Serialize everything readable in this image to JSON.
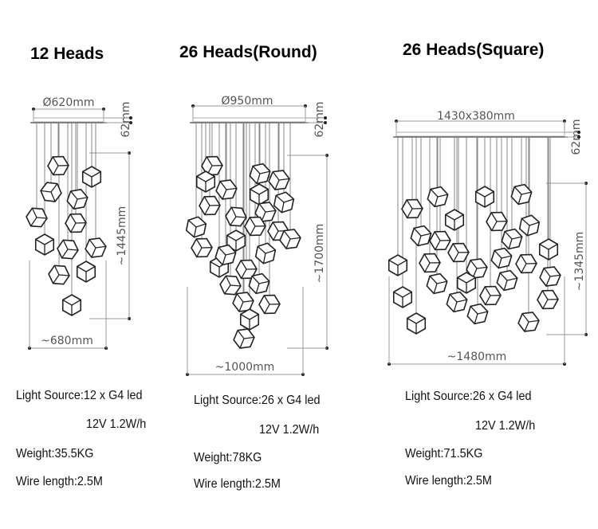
{
  "models": [
    {
      "title": "12 Heads",
      "canopy_dim": "Ø620mm",
      "canopy_height": "62mm",
      "drop_height": "~1445mm",
      "width": "~680mm",
      "light_source": "Light Source:12 x G4 led",
      "power": "12V 1.2W/h",
      "weight": "Weight:35.5KG",
      "wire": "Wire length:2.5M"
    },
    {
      "title": "26 Heads(Round)",
      "canopy_dim": "Ø950mm",
      "canopy_height": "62mm",
      "drop_height": "~1700mm",
      "width": "~1000mm",
      "light_source": "Light Source:26 x G4 led",
      "power": "12V 1.2W/h",
      "weight": "Weight:78KG",
      "wire": "Wire length:2.5M"
    },
    {
      "title": "26 Heads(Square)",
      "canopy_dim": "1430x380mm",
      "canopy_height": "62mm",
      "drop_height": "~1345mm",
      "width": "~1480mm",
      "light_source": "Light Source:26 x G4 led",
      "power": "12V 1.2W/h",
      "weight": "Weight:71.5KG",
      "wire": "Wire length:2.5M"
    }
  ]
}
